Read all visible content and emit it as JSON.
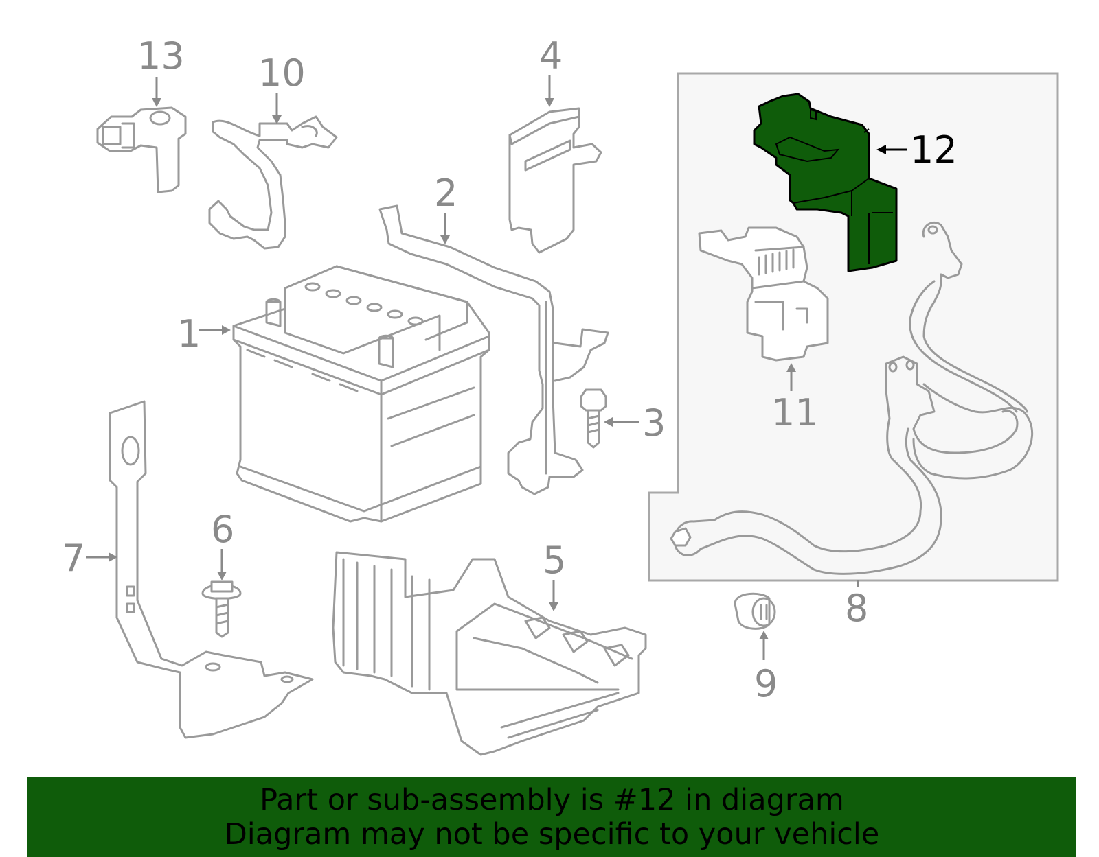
{
  "colors": {
    "highlight": "#0f5c0a",
    "banner": "#0f5c0a",
    "linework": "#9a9a9a",
    "inset_bg": "#f7f7f7"
  },
  "callouts": {
    "c1": "1",
    "c2": "2",
    "c3": "3",
    "c4": "4",
    "c5": "5",
    "c6": "6",
    "c7": "7",
    "c8": "8",
    "c9": "9",
    "c10": "10",
    "c11": "11",
    "c12": "12",
    "c13": "13"
  },
  "highlighted_part": "12",
  "banner": {
    "line1": "Part or sub-assembly is #12 in diagram",
    "line2": "Diagram may not be specific to your vehicle"
  }
}
